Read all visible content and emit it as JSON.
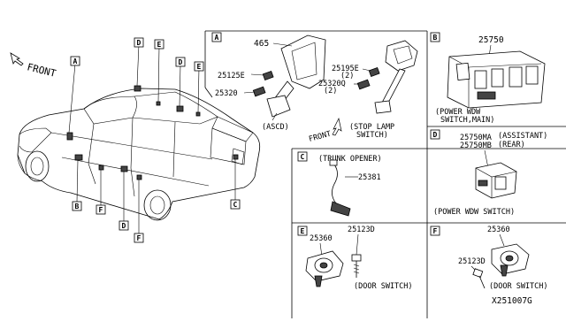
{
  "car": {
    "front_label": "FRONT",
    "callouts": [
      "A",
      "B",
      "C",
      "D",
      "E",
      "F"
    ]
  },
  "panel_a": {
    "letter": "A",
    "parts": [
      "465",
      "25125E",
      "25320",
      "25195E",
      "(2)",
      "25320Q",
      "(2)"
    ],
    "ascd": "(ASCD)",
    "front_label": "FRONT",
    "caption_line1": "(STOP LAMP",
    "caption_line2": "SWITCH)"
  },
  "panel_b": {
    "letter": "B",
    "part": "25750",
    "caption_line1": "(POWER WDW",
    "caption_line2": "SWITCH,MAIN)"
  },
  "panel_c": {
    "letter": "C",
    "caption": "(TRUNK OPENER)",
    "part": "25381"
  },
  "panel_d": {
    "letter": "D",
    "part1": "25750MA",
    "part1_note": "(ASSISTANT)",
    "part2": "25750MB",
    "part2_note": "(REAR)",
    "caption": "(POWER WDW SWITCH)"
  },
  "panel_e": {
    "letter": "E",
    "part1": "25360",
    "part2": "25123D",
    "caption": "(DOOR SWITCH)"
  },
  "panel_f": {
    "letter": "F",
    "part1": "25360",
    "part2": "25123D",
    "caption": "(DOOR SWITCH)"
  },
  "diagram_code": "X251007G"
}
